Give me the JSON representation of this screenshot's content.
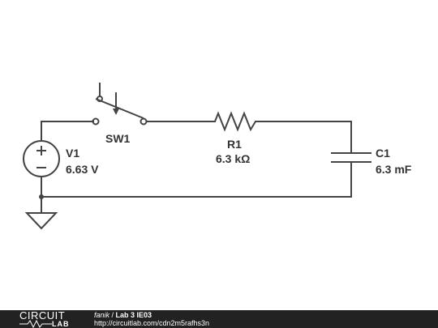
{
  "circuit": {
    "switch": {
      "name": "SW1"
    },
    "resistor": {
      "name": "R1",
      "value": "6.3 kΩ"
    },
    "capacitor": {
      "name": "C1",
      "value": "6.3 mF"
    },
    "source": {
      "name": "V1",
      "value": "6.63 V"
    }
  },
  "footer": {
    "logo_top": "CIRCUIT",
    "logo_bottom": "LAB",
    "author": "fanik",
    "separator": " / ",
    "title": "Lab 3 IE03",
    "url": "http://circuitlab.com/cdn2m5rafhs3n"
  },
  "colors": {
    "wire": "#444444",
    "label": "#333333",
    "footer_bg": "#222222",
    "background": "#ffffff"
  }
}
